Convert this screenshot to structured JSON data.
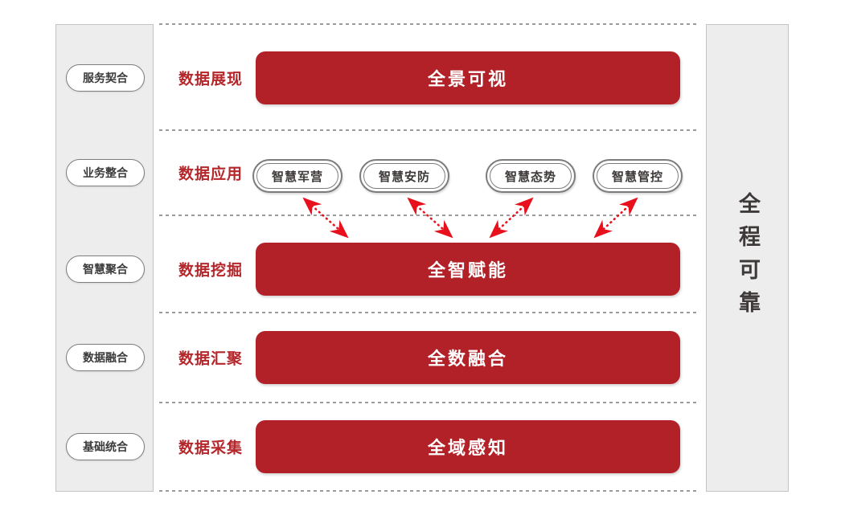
{
  "left_panel": {
    "items": [
      "服务契合",
      "业务整合",
      "智慧聚合",
      "数据融合",
      "基础统合"
    ]
  },
  "right_panel": {
    "label": "全程可靠"
  },
  "rows": [
    {
      "label": "数据展现",
      "bar": "全景可视"
    },
    {
      "label": "数据应用",
      "apps": [
        "智慧军营",
        "智慧安防",
        "智慧态势",
        "智慧管控"
      ]
    },
    {
      "label": "数据挖掘",
      "bar": "全智赋能"
    },
    {
      "label": "数据汇聚",
      "bar": "全数融合"
    },
    {
      "label": "数据采集",
      "bar": "全域感知"
    }
  ],
  "colors": {
    "bar_red": "#b22127",
    "label_red": "#b5272b",
    "arrow_red": "#e8101c",
    "panel_gray": "#ededed",
    "divider_gray": "#9b9b9b",
    "pill_border_gray": "#7c7c7c",
    "dark_text": "#3e3a39"
  }
}
